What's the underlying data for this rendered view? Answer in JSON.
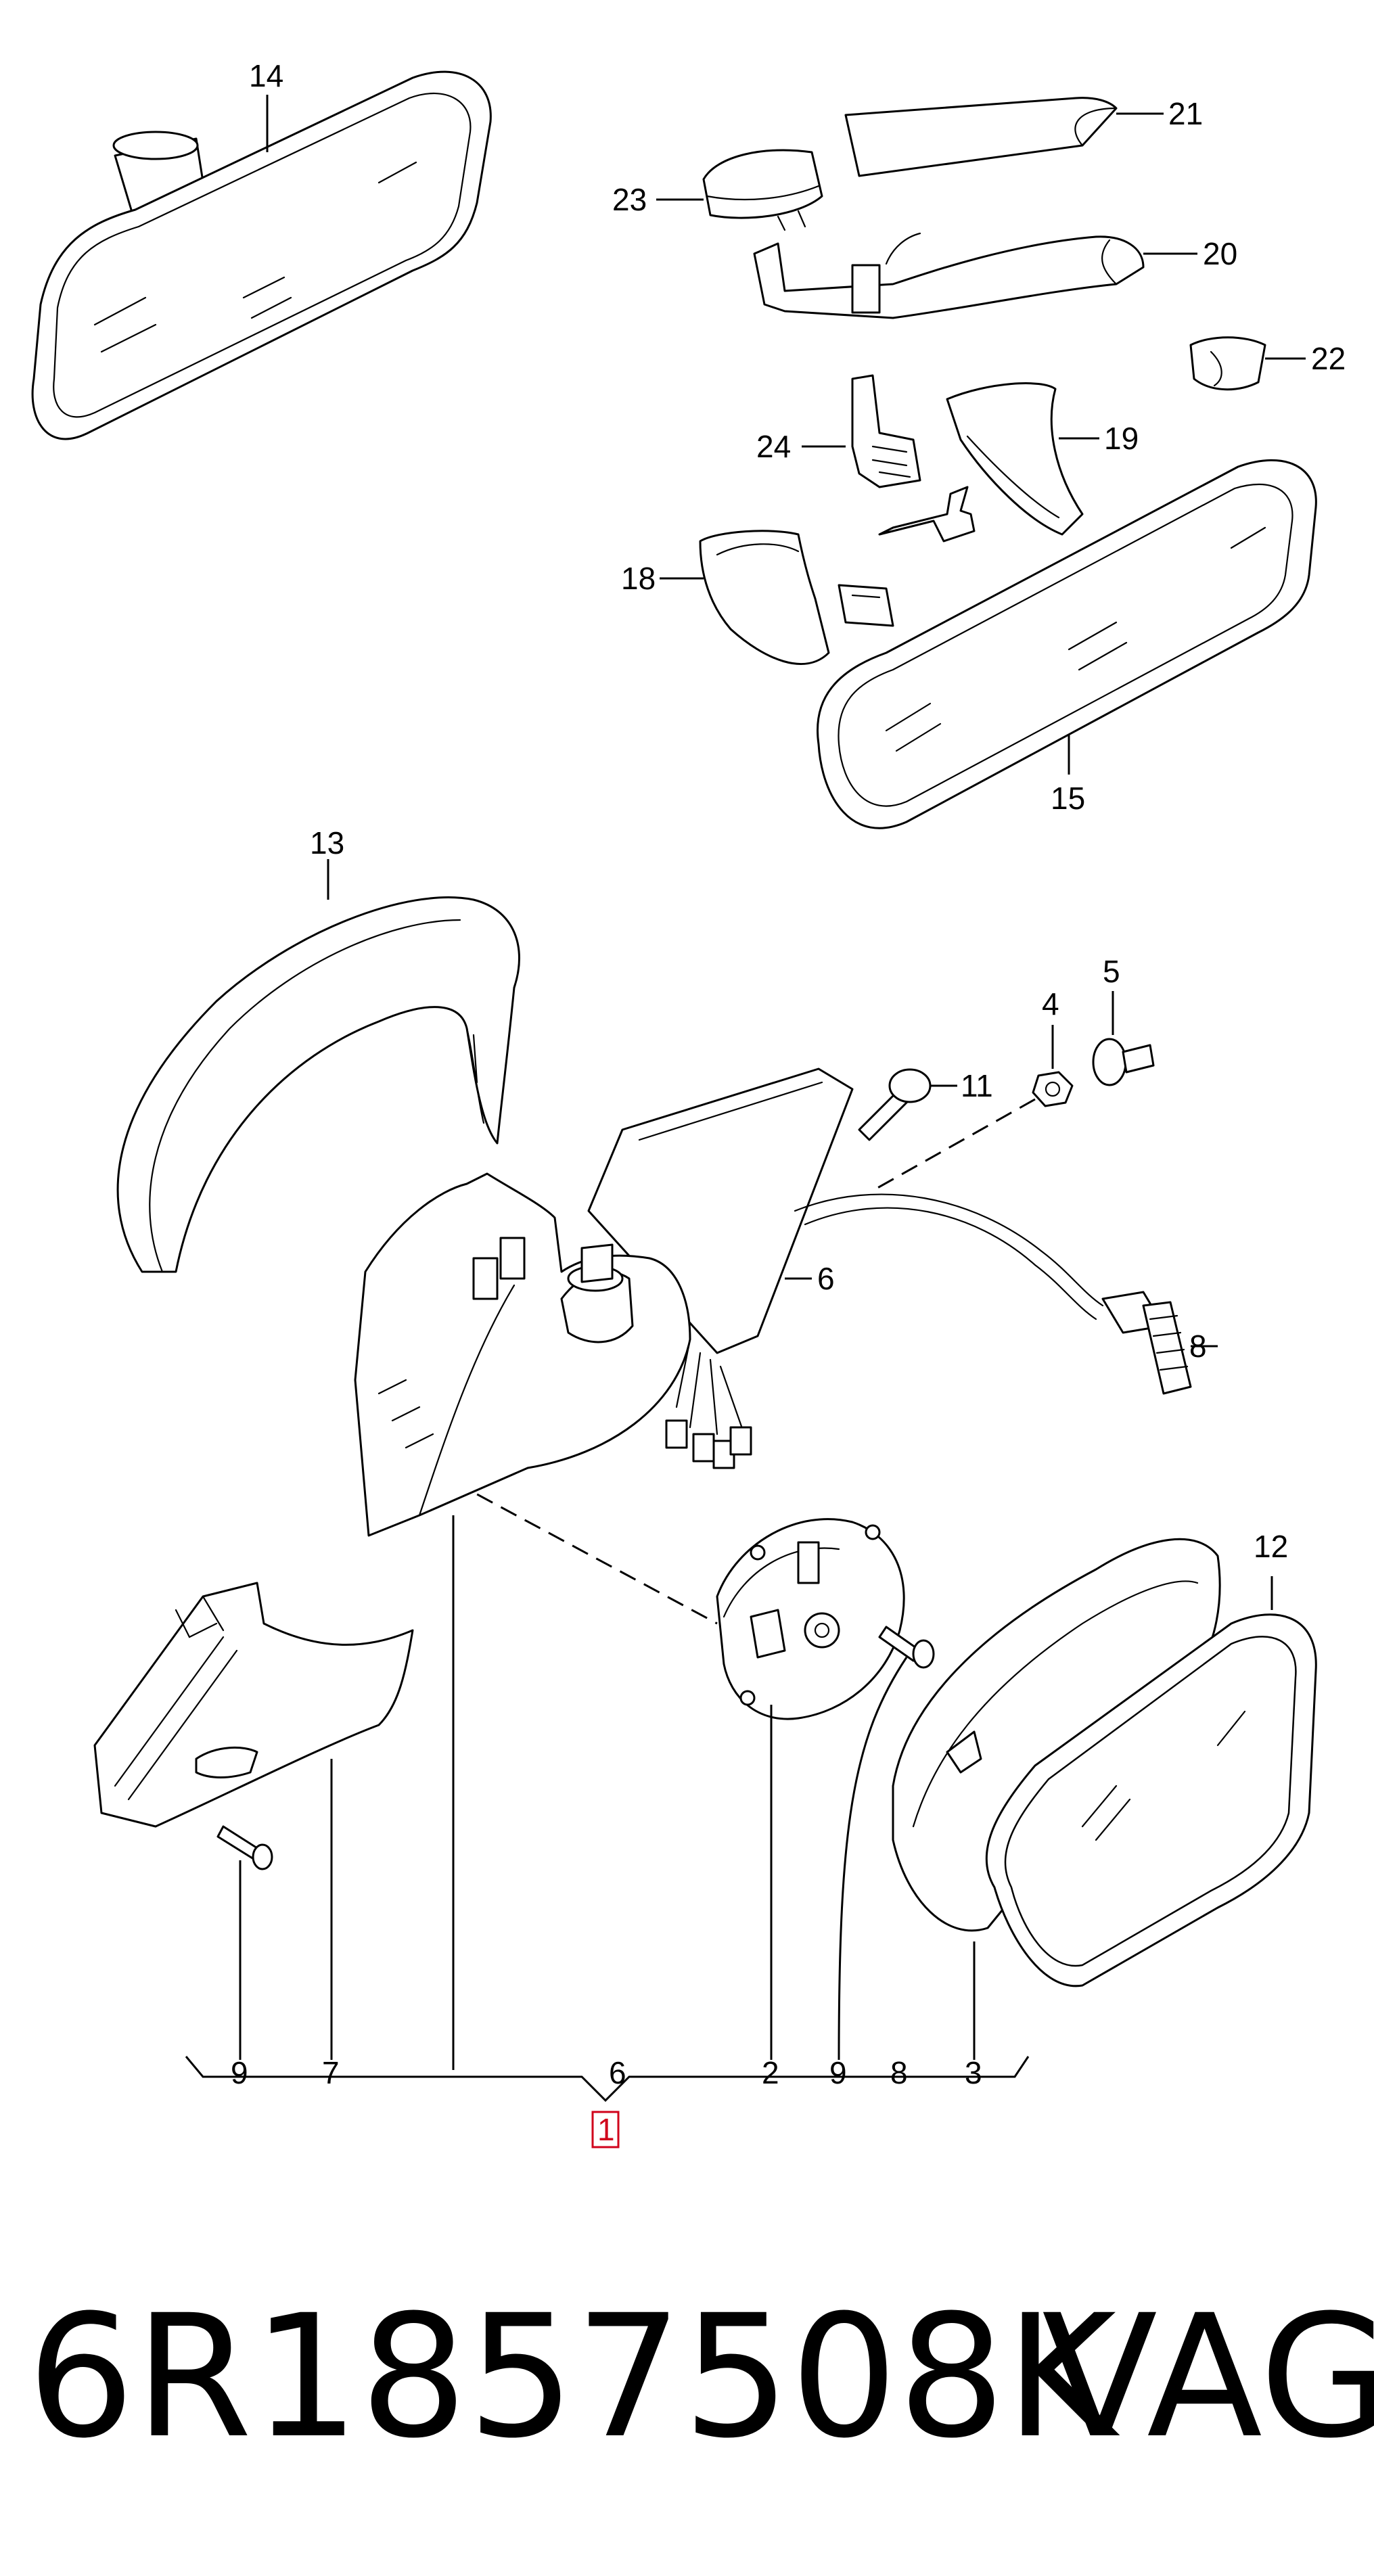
{
  "callouts": {
    "c14": "14",
    "c21": "21",
    "c23": "23",
    "c20": "20",
    "c22": "22",
    "c24": "24",
    "c19": "19",
    "c18": "18",
    "c15": "15",
    "c13": "13",
    "c4": "4",
    "c5": "5",
    "c11": "11",
    "c6a": "6",
    "c8a": "8",
    "c12": "12",
    "c9a": "9",
    "c7": "7",
    "c6b": "6",
    "c2": "2",
    "c9b": "9",
    "c8b": "8",
    "c3": "3"
  },
  "assembly_label": "1",
  "footer": {
    "part_number": "6R1857508K",
    "brand": "VAG"
  }
}
